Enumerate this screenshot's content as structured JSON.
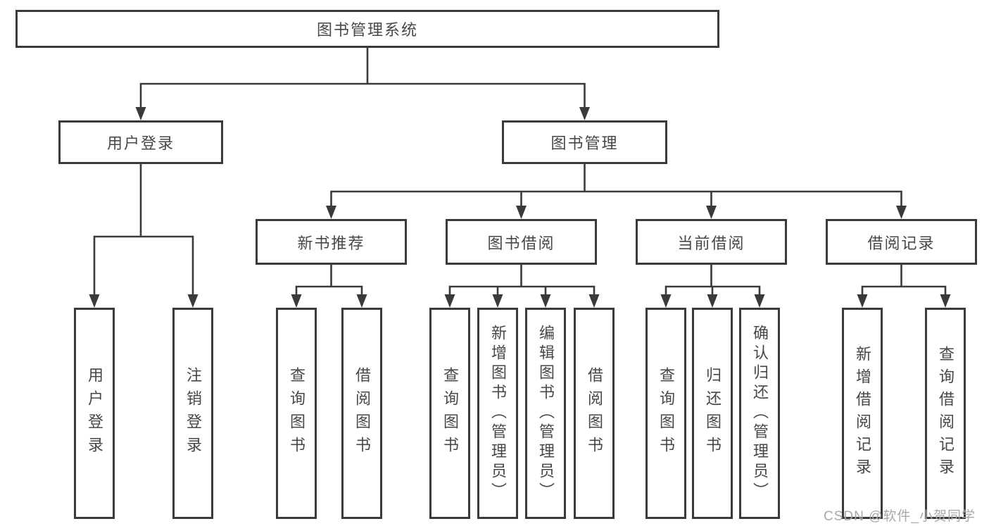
{
  "diagram": {
    "root": "图书管理系统",
    "level2": {
      "user_login": "用户登录",
      "book_management": "图书管理"
    },
    "level3": {
      "new_book_recommend": "新书推荐",
      "book_borrow": "图书借阅",
      "current_borrow": "当前借阅",
      "borrow_record": "借阅记录"
    },
    "leaves": {
      "user_login": "用户登录",
      "logout_login": "注销登录",
      "recommend_query_book": "查询图书",
      "recommend_borrow_book": "借阅图书",
      "borrow_query_book": "查询图书",
      "borrow_add_book_admin": "新增图书（管理员）",
      "borrow_edit_book_admin": "编辑图书（管理员）",
      "borrow_borrow_book": "借阅图书",
      "current_query_book": "查询图书",
      "current_return_book": "归还图书",
      "current_confirm_return_admin": "确认归还（管理员）",
      "record_add": "新增借阅记录",
      "record_query": "查询借阅记录"
    }
  },
  "watermark": "CSDN @软件_小贺同学",
  "colors": {
    "line": "#3a3a3a",
    "text": "#474747",
    "watermark": "#a9a9a9",
    "background": "#ffffff"
  }
}
